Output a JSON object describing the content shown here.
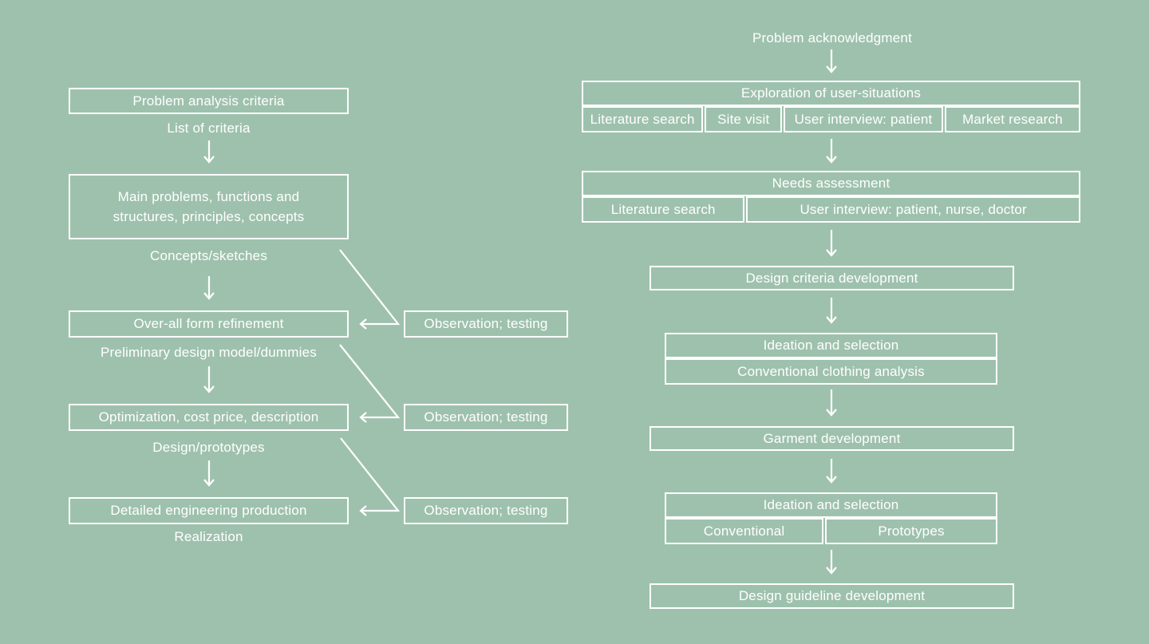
{
  "colors": {
    "background": "#9ec1ad",
    "line": "#ffffff"
  },
  "left_flow": {
    "main_boxes": [
      {
        "label": "Problem analysis criteria",
        "output_label": "List of criteria"
      },
      {
        "label": "Main problems, functions and\nstructures, principles, concepts",
        "output_label": "Concepts/sketches"
      },
      {
        "label": "Over-all form refinement",
        "output_label": "Preliminary design model/dummies"
      },
      {
        "label": "Optimization, cost price, description",
        "output_label": "Design/prototypes"
      },
      {
        "label": "Detailed engineering production",
        "output_label": "Realization"
      }
    ],
    "side_boxes": [
      "Observation; testing",
      "Observation; testing",
      "Observation; testing"
    ]
  },
  "right_flow": {
    "start_label": "Problem acknowledgment",
    "stages": [
      {
        "title": "Exploration of user-situations",
        "cells": [
          "Literature search",
          "Site visit",
          "User interview: patient",
          "Market research"
        ]
      },
      {
        "title": "Needs assessment",
        "cells": [
          "Literature search",
          "User interview: patient, nurse, doctor"
        ]
      },
      {
        "title": "Design criteria development",
        "cells": []
      },
      {
        "title": "Ideation and selection",
        "cells": [
          "Conventional clothing analysis"
        ]
      },
      {
        "title": "Garment development",
        "cells": []
      },
      {
        "title": "Ideation and selection",
        "cells": [
          "Conventional",
          "Prototypes"
        ]
      },
      {
        "title": "Design guideline development",
        "cells": []
      }
    ]
  }
}
